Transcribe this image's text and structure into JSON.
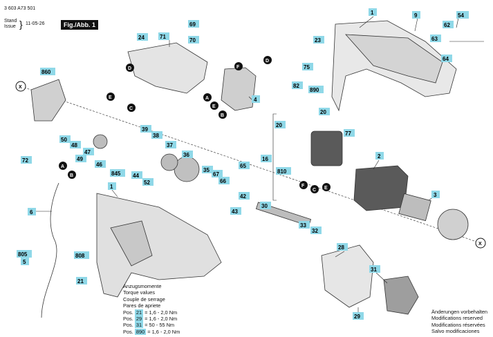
{
  "header": {
    "doc_number": "3 603 A73 501",
    "stand_label": "Stand",
    "issue_label": "Issue",
    "date": "11-05-26",
    "figure_label": "Fig./Abb. 1"
  },
  "torque_block": {
    "title_lines": [
      "Anzugsmomente",
      "Torque values",
      "Couple de serrage",
      "Pares de apriete"
    ],
    "rows": [
      {
        "prefix": "Pos.",
        "pos": "21",
        "value": "= 1,6 - 2,0 Nm"
      },
      {
        "prefix": "Pos.",
        "pos": "29",
        "value": "= 1,6 - 2,0 Nm"
      },
      {
        "prefix": "Pos.",
        "pos": "31",
        "value": "= 50 - 55 Nm"
      },
      {
        "prefix": "Pos.",
        "pos": "890",
        "value": "= 1,6 - 2,0 Nm"
      }
    ]
  },
  "notes": [
    "Änderungen vorbehalten",
    "Modifications reserved",
    "Modifications réservées",
    "Salvo modificaciones"
  ],
  "part_labels": [
    "1",
    "9",
    "54",
    "62",
    "23",
    "63",
    "64",
    "69",
    "71",
    "70",
    "24",
    "75",
    "82",
    "4",
    "890",
    "20",
    "77",
    "860",
    "39",
    "38",
    "37",
    "36",
    "35",
    "67",
    "66",
    "65",
    "50",
    "48",
    "47",
    "49",
    "46",
    "845",
    "44",
    "52",
    "42",
    "43",
    "30",
    "33",
    "32",
    "28",
    "31",
    "29",
    "72",
    "2",
    "3",
    "16",
    "810",
    "6",
    "805",
    "5",
    "808",
    "21"
  ],
  "callouts": [
    "A",
    "B",
    "C",
    "D",
    "E",
    "F",
    "X"
  ],
  "colors": {
    "label_fill": "#8fd8e8",
    "callout_fill": "#111111"
  }
}
